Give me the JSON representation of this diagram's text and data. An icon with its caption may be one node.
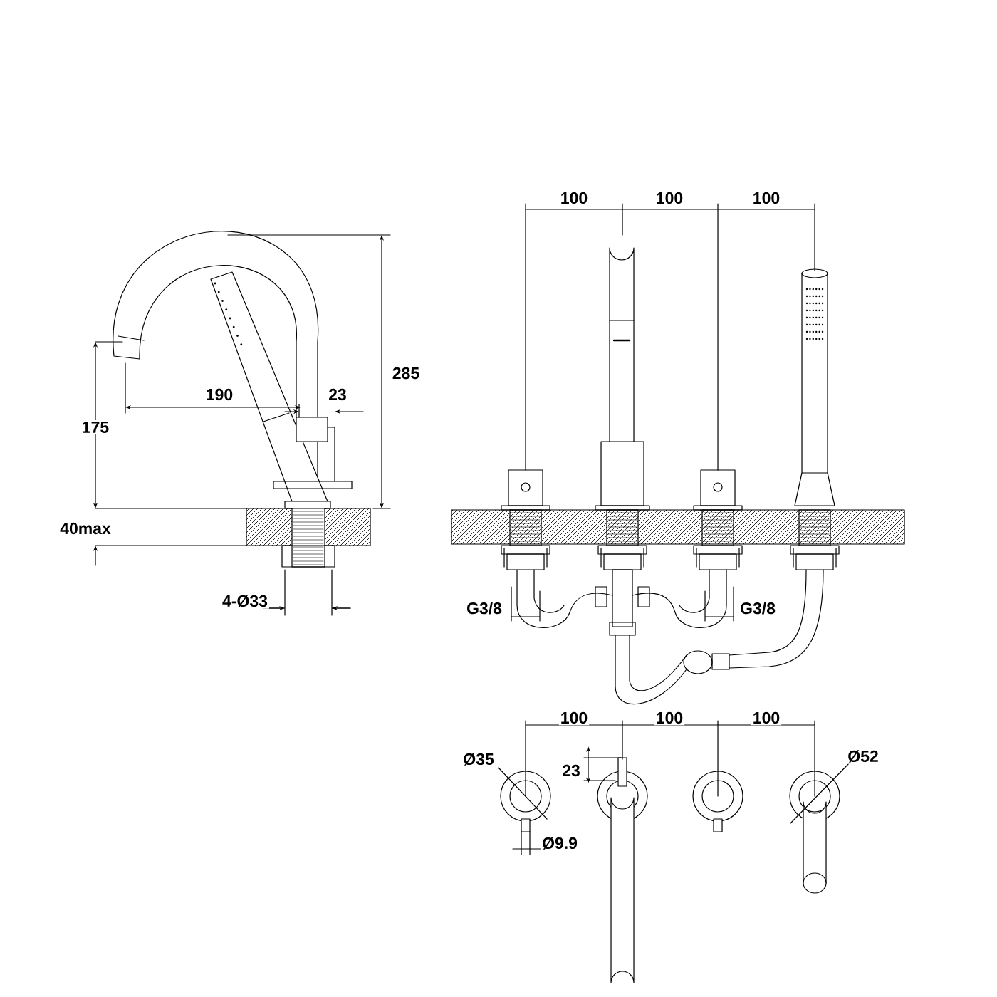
{
  "diagram": {
    "labels": [
      "100",
      "100",
      "100",
      "285",
      "190",
      "23",
      "175",
      "40max",
      "4-Ø33",
      "G3/8",
      "G3/8",
      "100",
      "100",
      "100",
      "Ø35",
      "Ø52",
      "23",
      "Ø9.9"
    ]
  }
}
